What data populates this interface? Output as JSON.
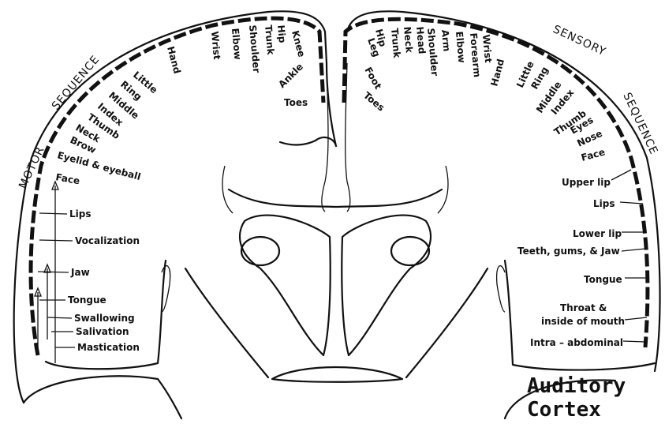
{
  "headings": {
    "motor": "MOTOR",
    "motor_sequence": "SEQUENCE",
    "sensory": "SENSORY",
    "sensory_sequence": "SEQUENCE"
  },
  "motor_labels": [
    "Hand",
    "Wrist",
    "Elbow",
    "Shoulder",
    "Trunk",
    "Hip",
    "Knee",
    "Ankle",
    "Toes",
    "Little",
    "Ring",
    "Middle",
    "Index",
    "Thumb",
    "Neck",
    "Brow",
    "Eyelid & eyeball",
    "Face",
    "Lips",
    "Vocalization",
    "Jaw",
    "Tongue",
    "Swallowing",
    "Salivation",
    "Mastication"
  ],
  "sensory_labels": [
    "Hip",
    "Leg",
    "Foot",
    "Toes",
    "Trunk",
    "Neck",
    "Head",
    "Shoulder",
    "Arm",
    "Elbow",
    "Forearm",
    "Wrist",
    "Hand",
    "Little",
    "Ring",
    "Middle",
    "Index",
    "Thumb",
    "Eyes",
    "Nose",
    "Face",
    "Upper lip",
    "Lips",
    "Lower lip",
    "Teeth, gums, & Jaw",
    "Tongue",
    "Throat &",
    "inside of mouth",
    "Intra – abdominal"
  ],
  "corner_label": [
    "Auditory",
    "Cortex"
  ]
}
